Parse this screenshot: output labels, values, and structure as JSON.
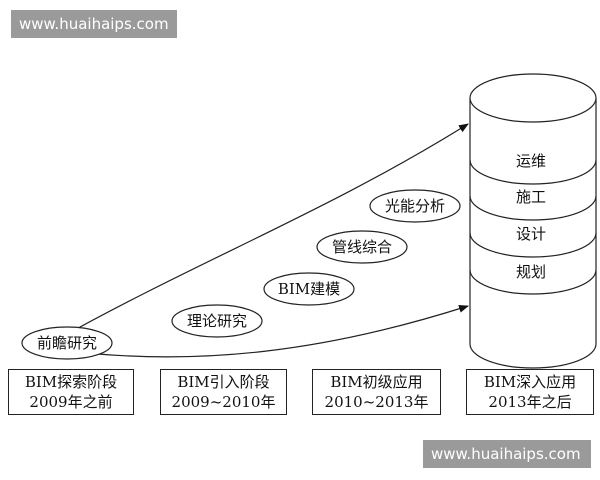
{
  "watermarks": {
    "top": "www.huaihaips.com",
    "bottom": "www.huaihaips.com"
  },
  "stages": [
    {
      "line1": "BIM探索阶段",
      "line2": "2009年之前"
    },
    {
      "line1": "BIM引入阶段",
      "line2": "2009~2010年"
    },
    {
      "line1": "BIM初级应用",
      "line2": "2010~2013年"
    },
    {
      "line1": "BIM深入应用",
      "line2": "2013年之后"
    }
  ],
  "topics": [
    "前瞻研究",
    "理论研究",
    "BIM建模",
    "管线综合",
    "光能分析"
  ],
  "cylinder_layers": [
    "运维",
    "施工",
    "设计",
    "规划"
  ]
}
